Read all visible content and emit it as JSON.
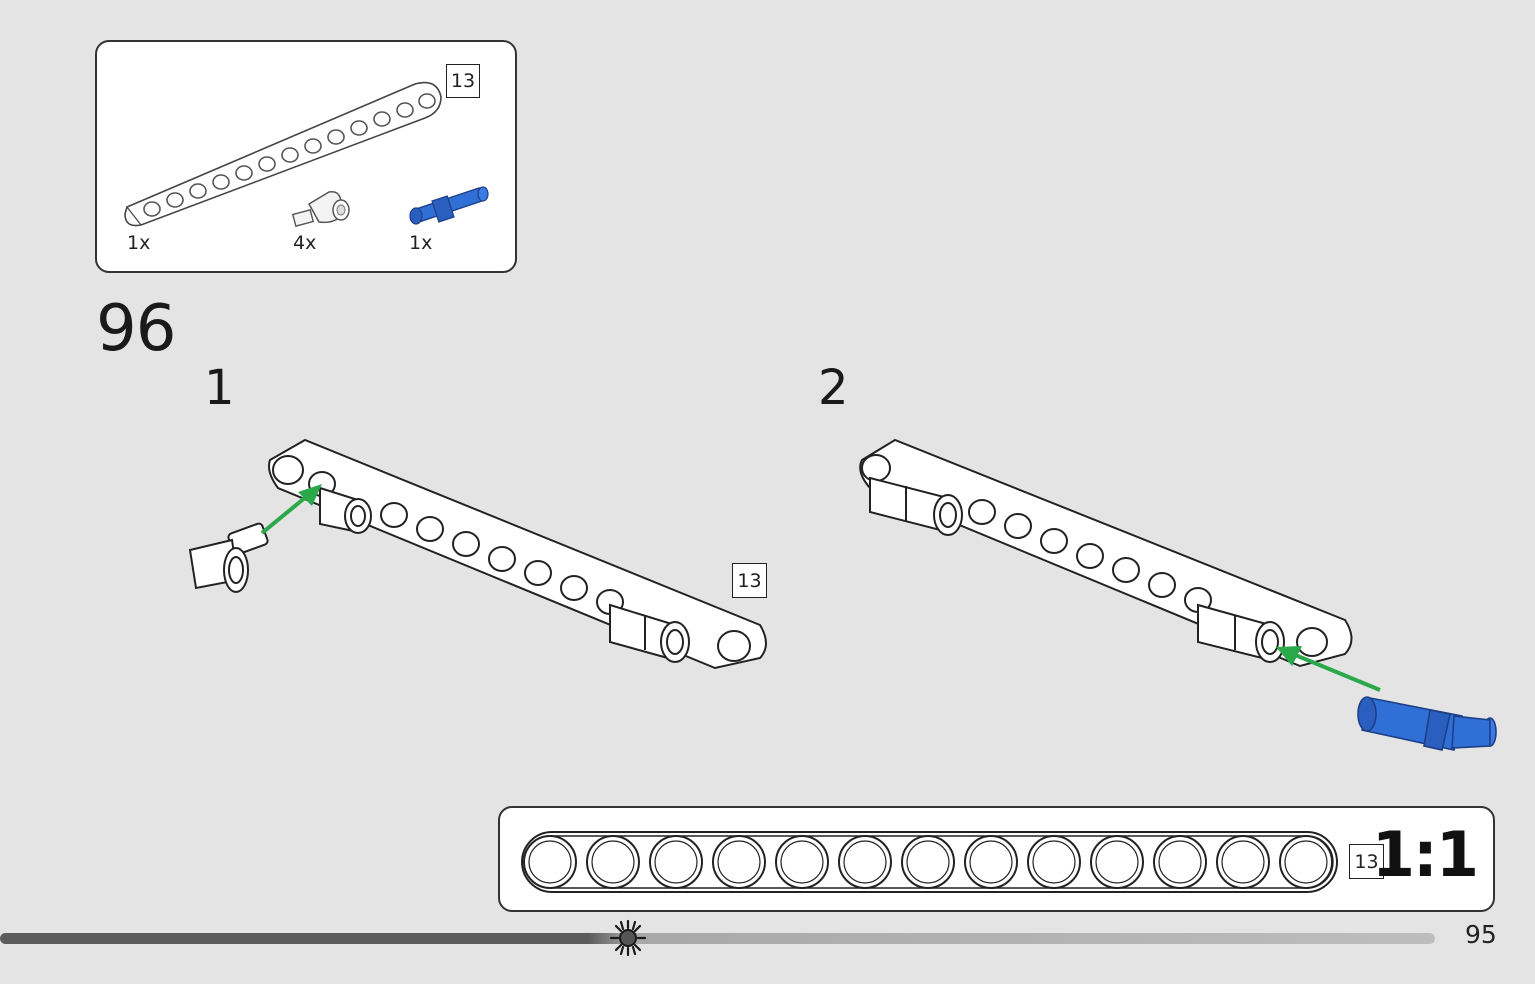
{
  "parts_list": {
    "beam_badge": "13",
    "items": [
      {
        "qty": "1x",
        "icon": "beam-13-icon"
      },
      {
        "qty": "4x",
        "icon": "pin-with-bush-icon"
      },
      {
        "qty": "1x",
        "icon": "blue-axle-pin-icon"
      }
    ]
  },
  "step": {
    "number": "96",
    "sub_steps": [
      {
        "label": "1",
        "badge": "13"
      },
      {
        "label": "2"
      }
    ]
  },
  "scale_reference": {
    "badge": "13",
    "label": "1:1"
  },
  "footer": {
    "page_number": "95",
    "progress": 0.43
  },
  "colors": {
    "arrow": "#2aa84a",
    "blue_part": "#2f6fd6",
    "page_bg": "#e4e4e4"
  }
}
